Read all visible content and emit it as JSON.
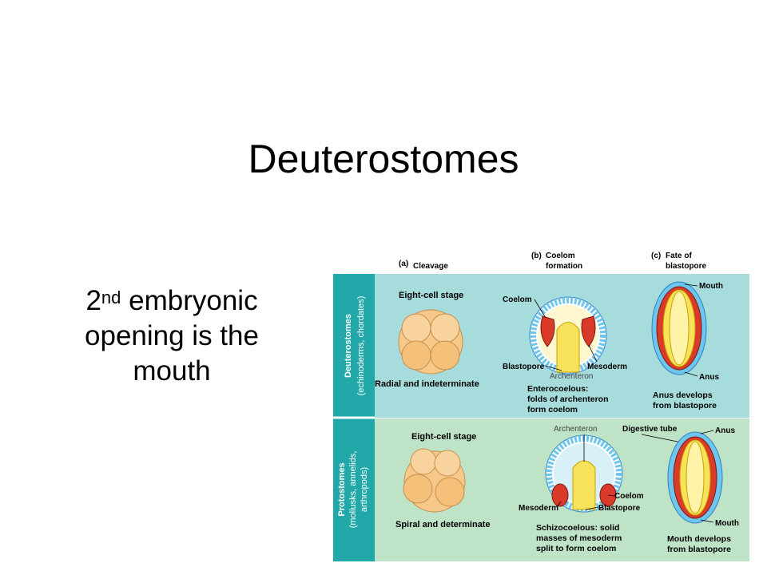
{
  "slide": {
    "title": "Deuterostomes",
    "bullet": {
      "ordinal_num": "2",
      "ordinal_suffix": "nd",
      "rest_line1": " embryonic",
      "line2": "opening is the",
      "line3": "mouth"
    }
  },
  "figure": {
    "headers": {
      "a": {
        "letter": "(a)",
        "line1": "Cleavage"
      },
      "b": {
        "letter": "(b)",
        "line1": "Coelom",
        "line2": "formation"
      },
      "c": {
        "letter": "(c)",
        "line1": "Fate of",
        "line2": "blastopore"
      }
    },
    "deuterostomes": {
      "side_label": "Deuterostomes",
      "side_sub": "(echinoderms, chordates)",
      "eight_cell": "Eight-cell stage",
      "cleavage_type": "Radial and indeterminate",
      "coelom": "Coelom",
      "blastopore": "Blastopore",
      "mesoderm": "Mesoderm",
      "archenteron": "Archenteron",
      "coelom_desc": [
        "Enterocoelous:",
        "folds of archenteron",
        "form coelom"
      ],
      "mouth": "Mouth",
      "anus": "Anus",
      "fate_desc": [
        "Anus develops",
        "from blastopore"
      ]
    },
    "protostomes": {
      "side_label": "Protostomes",
      "side_sub_line1": "(mollusks, annelids,",
      "side_sub_line2": "arthropods)",
      "eight_cell": "Eight-cell stage",
      "cleavage_type": "Spiral and determinate",
      "archenteron": "Archenteron",
      "digestive_tube": "Digestive tube",
      "coelom": "Coelom",
      "mesoderm": "Mesoderm",
      "blastopore": "Blastopore",
      "coelom_desc": [
        "Schizocoelous: solid",
        "masses of mesoderm",
        "split to form coelom"
      ],
      "anus": "Anus",
      "mouth": "Mouth",
      "fate_desc": [
        "Mouth develops",
        "from blastopore"
      ]
    },
    "colors": {
      "deuterostome_panel": "#a7dcdc",
      "protostome_panel": "#bfe3c6",
      "side_bar": "#22a8a8",
      "ectoderm_blue": "#6ec6ee",
      "mesoderm_red": "#d93a2a",
      "endoderm_yellow": "#f8e25a",
      "cell_peach": "#f6c98a"
    }
  }
}
